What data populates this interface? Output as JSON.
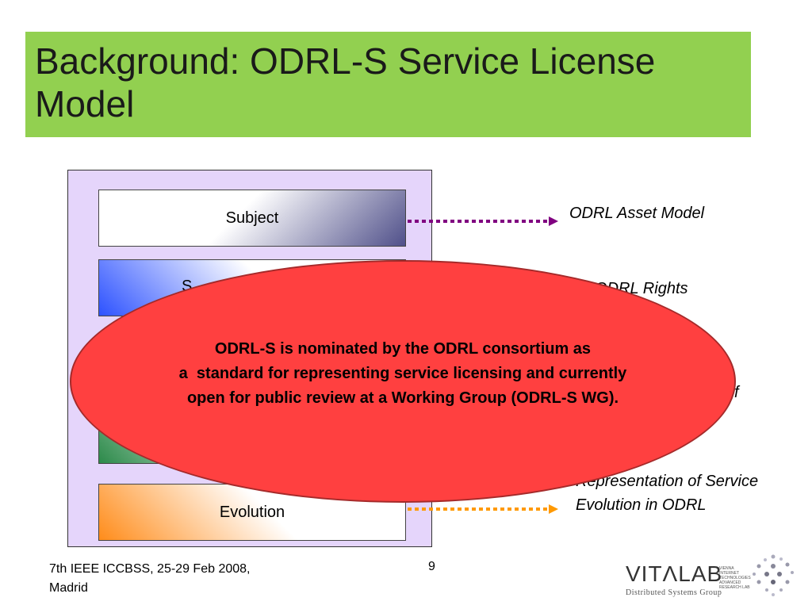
{
  "slide": {
    "title": "Background: ODRL-S Service License Model"
  },
  "model_boxes": [
    {
      "label": "Subject"
    },
    {
      "label": "S"
    },
    {
      "label": ""
    },
    {
      "label": "Evolution"
    }
  ],
  "right_labels": {
    "asset": "ODRL Asset Model",
    "rights": "nded ODRL Rights",
    "of": "f",
    "evolution": "Representation of Service Evolution in ODRL"
  },
  "overlay": {
    "lines": [
      "ODRL-S is nominated by the ODRL consortium as",
      "a  standard for representing service licensing and currently",
      "open for public review at a Working Group (ODRL-S WG)."
    ]
  },
  "footer": {
    "conference": "7th IEEE ICCBSS, 25-29 Feb 2008, Madrid",
    "page_number": "9"
  },
  "logo": {
    "name": "VITΛLAB",
    "small_text": "VIENNA INTERNET TECHNOLOGIES ADVANCED RESEARCH LAB",
    "group": "Distributed Systems Group"
  },
  "colors": {
    "title_background": "#92d050",
    "panel_background": "#e5d5fb",
    "overlay_fill": "#ff4040",
    "arrow_subject": "#800080",
    "arrow_evolution": "#ff9900"
  }
}
